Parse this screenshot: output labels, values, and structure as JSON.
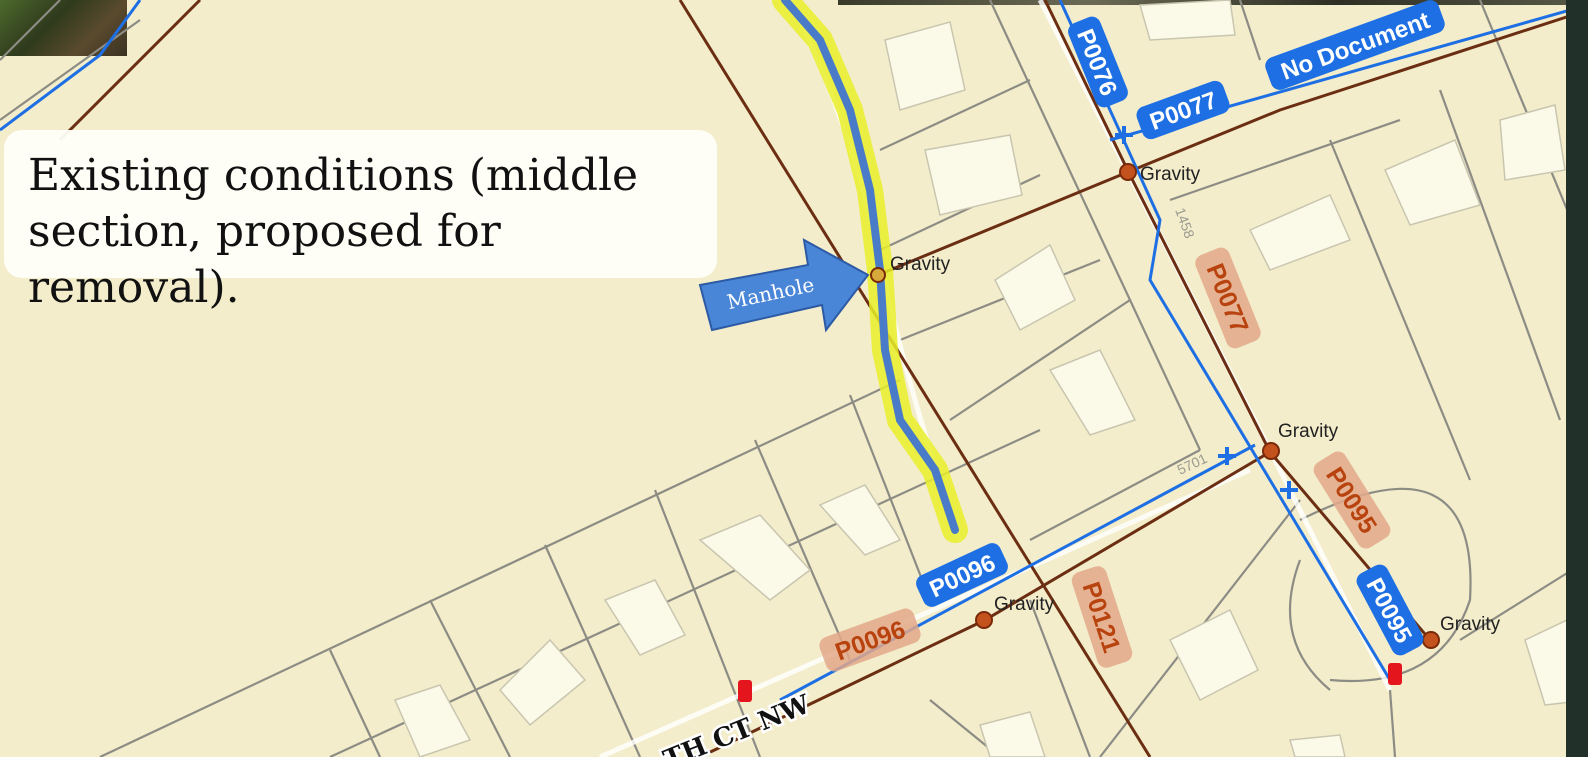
{
  "callout": {
    "line1": "Existing conditions (middle",
    "line2": "section, proposed for removal)."
  },
  "arrow": {
    "label": "Manhole"
  },
  "pipe_ids": {
    "p0076": "P0076",
    "p0077": "P0077",
    "no_doc": "No Document",
    "p0096": "P0096",
    "p0095": "P0095",
    "p0121": "P0121"
  },
  "gravity_label": "Gravity",
  "street_label": "TH CT NW",
  "small_labels": {
    "a": "1458",
    "b": "5701"
  },
  "colors": {
    "background": "#f3edcb",
    "parcel_line": "#8c8c84",
    "building": "#fbf9e8",
    "blue_line": "#1d6fe3",
    "brown_line": "#6b2e12",
    "highlight": "#e8ef2a",
    "manhole_node": "#c4521d",
    "hydrant": "#e4151c",
    "callout_bg": "#fffff8"
  },
  "icons": [
    "manhole-node-icon",
    "hydrant-icon",
    "blue-valve-icon"
  ]
}
